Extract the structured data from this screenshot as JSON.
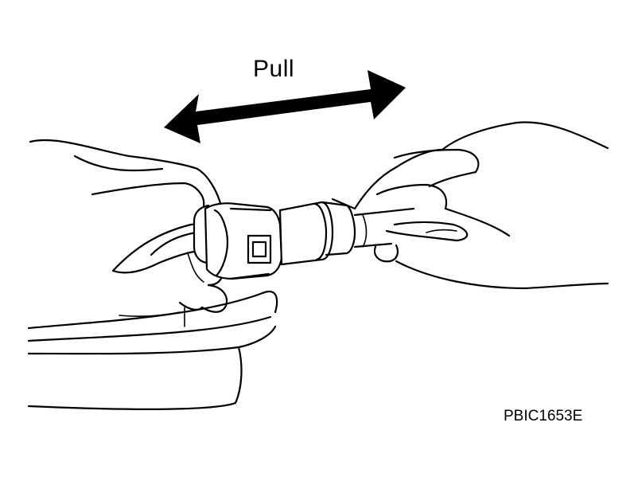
{
  "labels": {
    "action": "Pull",
    "figure_code": "PBIC1653E"
  },
  "colors": {
    "ink": "#000000",
    "background": "#ffffff"
  },
  "icons": {
    "arrow": "double-headed-arrow",
    "hands": "two-hands-illustration",
    "connector": "quick-connector-illustration"
  }
}
